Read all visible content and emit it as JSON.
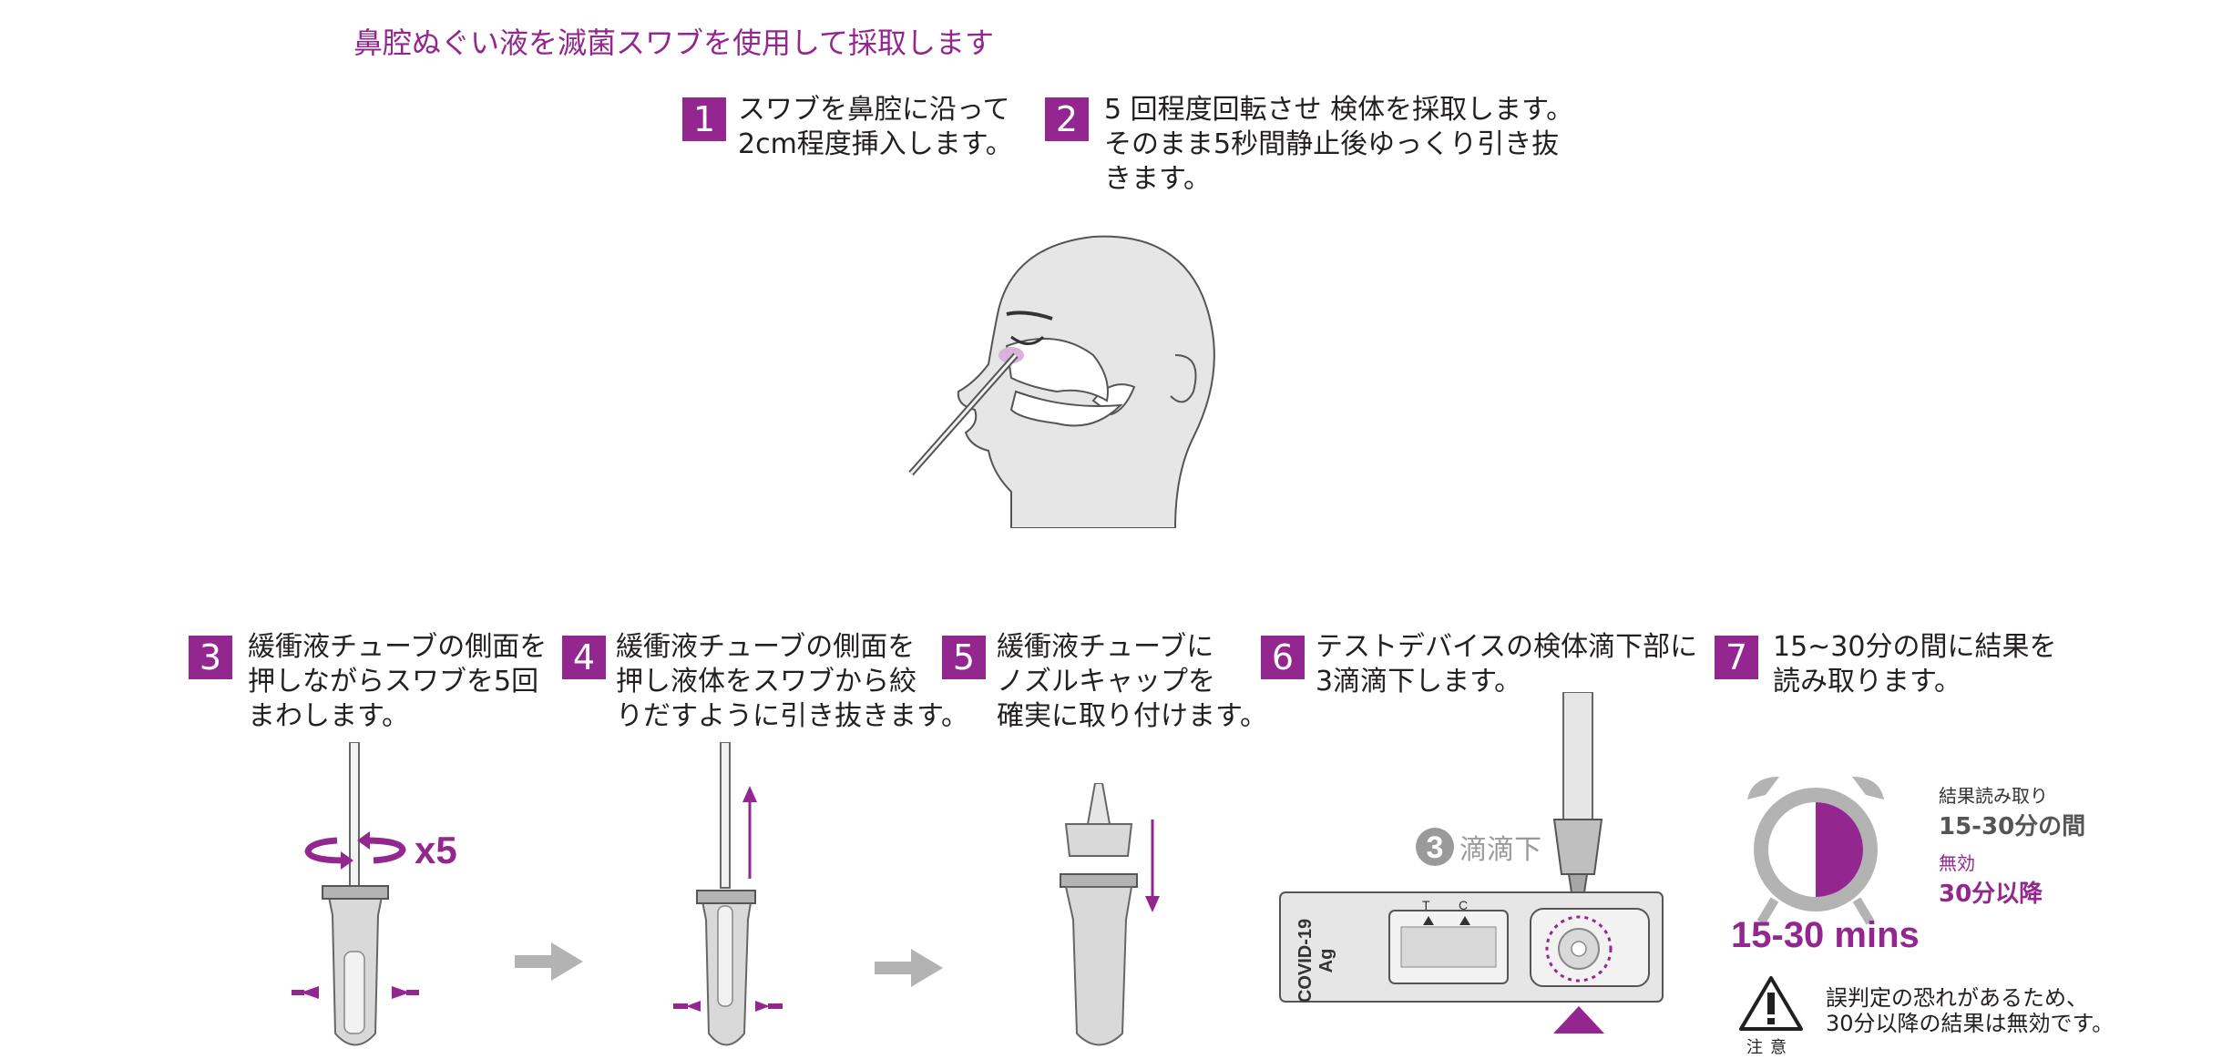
{
  "title": "鼻腔ぬぐい液を滅菌スワブを使用して採取します",
  "steps": [
    {
      "num": "1",
      "lines": [
        "スワブを鼻腔に沿って",
        "2cm程度挿入します。"
      ]
    },
    {
      "num": "2",
      "lines": [
        "5 回程度回転させ 検体を採取します。",
        "そのまま5秒間静止後ゆっくり引き抜",
        "きます。"
      ]
    },
    {
      "num": "3",
      "lines": [
        "緩衝液チューブの側面を",
        "押しながらスワブを5回",
        "まわします。"
      ]
    },
    {
      "num": "4",
      "lines": [
        "緩衝液チューブの側面を",
        "押し液体をスワブから絞",
        "りだすように引き抜きます。"
      ]
    },
    {
      "num": "5",
      "lines": [
        "緩衝液チューブに",
        "ノズルキャップを",
        "確実に取り付けます。"
      ]
    },
    {
      "num": "6",
      "lines": [
        "テストデバイスの検体滴下部に",
        "3滴滴下します。"
      ]
    },
    {
      "num": "7",
      "lines": [
        "15~30分の間に結果を",
        "読み取ります。"
      ]
    }
  ],
  "rotation_label": "x5",
  "drop": {
    "count": "3",
    "label": "滴滴下"
  },
  "device": {
    "name": "COVID-19",
    "sub": "Ag",
    "t_label": "T",
    "c_label": "C"
  },
  "timer": {
    "read_label": "結果読み取り",
    "read_value": "15-30分の間",
    "invalid_label": "無効",
    "invalid_value": "30分以降",
    "mins": "15-30 mins"
  },
  "warning": {
    "lines": [
      "誤判定の恐れがあるため、",
      "30分以降の結果は無効です。"
    ],
    "caution": "注意"
  },
  "colors": {
    "accent": "#93278f",
    "gray_arrow": "#b3b3b3",
    "head": "#e6e6e6"
  }
}
